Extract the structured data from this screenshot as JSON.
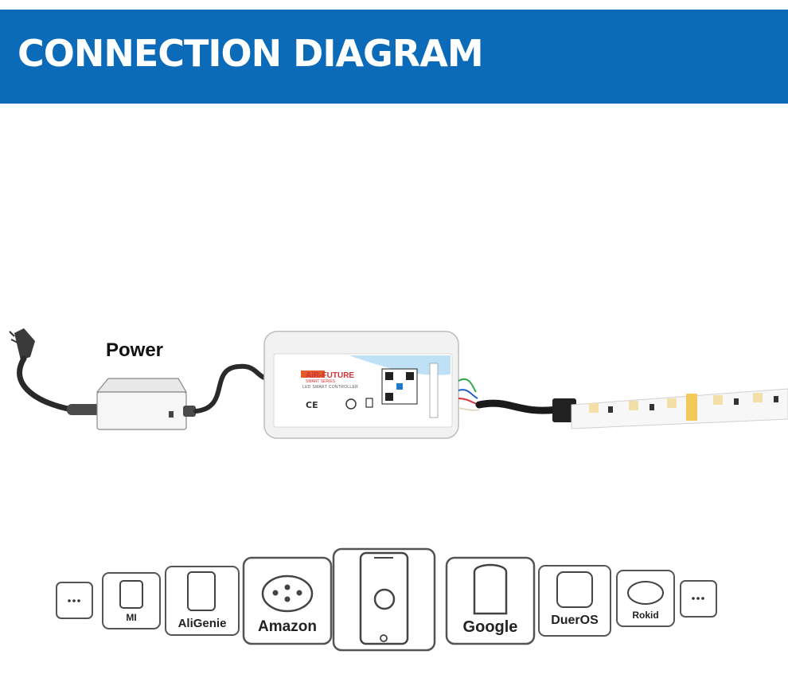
{
  "header": {
    "title": "CONNECTION DIAGRAM"
  },
  "diagram": {
    "power_label": "Power",
    "controller": {
      "brand": "AiR-FUTURE",
      "brand_sub": "SMART SERIES",
      "name": "LED SMART CONTROLLER"
    },
    "ecosystem": [
      {
        "name": "more",
        "label": ""
      },
      {
        "name": "mi",
        "label": "MI"
      },
      {
        "name": "aligenie",
        "label": "AliGenie"
      },
      {
        "name": "amazon",
        "label": "Amazon"
      },
      {
        "name": "smartphone-app",
        "label": ""
      },
      {
        "name": "google",
        "label": "Google"
      },
      {
        "name": "dueros",
        "label": "DuerOS"
      },
      {
        "name": "rokid",
        "label": "Rokid"
      },
      {
        "name": "more",
        "label": ""
      }
    ]
  },
  "colors": {
    "banner": "#0c6bb8",
    "banner_text": "#ffffff",
    "brand": "#d0343a"
  }
}
